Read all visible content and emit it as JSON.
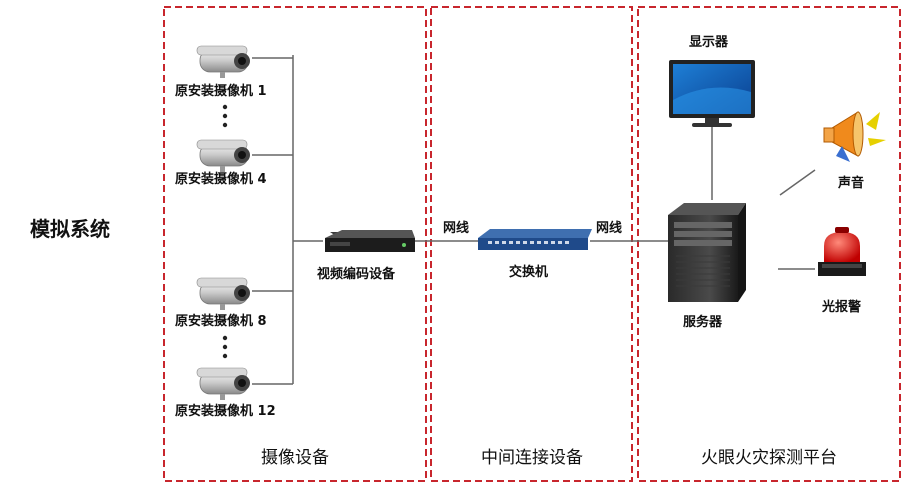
{
  "system_label": "模拟系统",
  "sections": {
    "capture": "摄像设备",
    "middle": "中间连接设备",
    "platform": "火眼火灾探测平台"
  },
  "cameras": [
    "原安装摄像机 1",
    "原安装摄像机 4",
    "原安装摄像机 8",
    "原安装摄像机 12"
  ],
  "devices": {
    "encoder": "视频编码设备",
    "switch": "交换机",
    "monitor": "显示器",
    "server": "服务器",
    "sound": "声音",
    "light_alarm": "光报警"
  },
  "links": {
    "network_left": "网线",
    "network_right": "网线"
  },
  "colors": {
    "dashed_border": "#c8262d",
    "line": "#666666"
  }
}
